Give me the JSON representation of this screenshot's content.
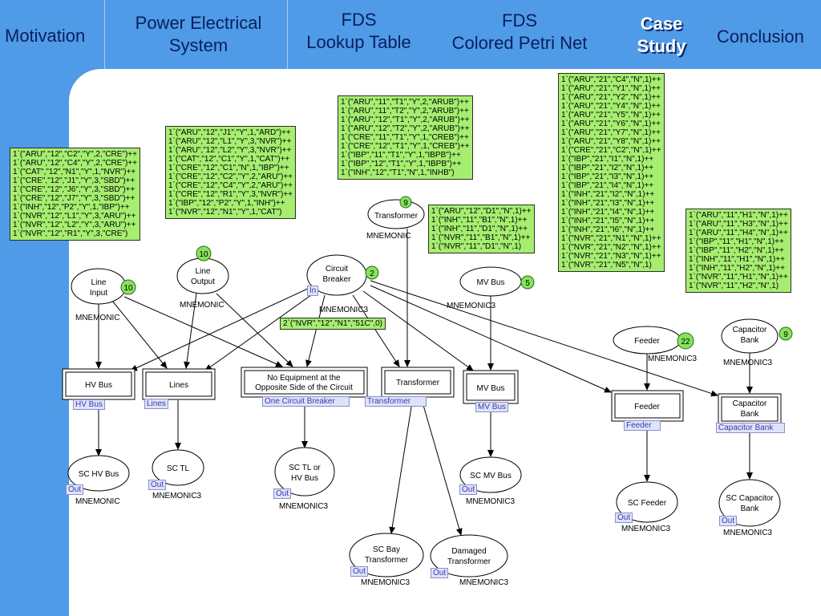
{
  "nav": {
    "items": [
      {
        "label": "Motivation"
      },
      {
        "line1": "Power Electrical",
        "line2": "System"
      },
      {
        "line1": "FDS",
        "line2": "Lookup Table"
      },
      {
        "line1": "FDS",
        "line2": "Colored Petri Net"
      },
      {
        "line1": "Case",
        "line2": "Study",
        "active": true
      },
      {
        "label": "Conclusion"
      }
    ]
  },
  "places": [
    {
      "id": "line-input",
      "line1": "Line",
      "line2": "Input",
      "count": "10",
      "mnemonic": "MNEMONIC"
    },
    {
      "id": "line-output",
      "line1": "Line",
      "line2": "Output",
      "count": "10",
      "mnemonic": "MNEMONIC"
    },
    {
      "id": "circuit-breaker",
      "line1": "Circuit",
      "line2": "Breaker",
      "count": "2",
      "mnemonic": "MNEMONIC3",
      "tag": "In"
    },
    {
      "id": "transformer",
      "line1": "Transformer",
      "count": "9",
      "mnemonic": "MNEMONIC"
    },
    {
      "id": "mv-bus",
      "line1": "MV Bus",
      "count": "5",
      "mnemonic": "MNEMONIC3"
    },
    {
      "id": "feeder",
      "line1": "Feeder",
      "count": "22",
      "mnemonic": "MNEMONIC3"
    },
    {
      "id": "capacitor-bank",
      "line1": "Capacitor",
      "line2": "Bank",
      "count": "9",
      "mnemonic": "MNEMONIC3"
    },
    {
      "id": "sc-hv-bus",
      "line1": "SC HV Bus",
      "tag": "Out",
      "mnemonic": "MNEMONIC"
    },
    {
      "id": "sc-tl",
      "line1": "SC TL",
      "tag": "Out",
      "mnemonic": "MNEMONIC3"
    },
    {
      "id": "sc-tl-hv-bus",
      "line1": "SC TL or",
      "line2": "HV Bus",
      "tag": "Out",
      "mnemonic": "MNEMONIC3"
    },
    {
      "id": "sc-mv-bus",
      "line1": "SC MV Bus",
      "tag": "Out",
      "mnemonic": "MNEMONIC3"
    },
    {
      "id": "sc-bay-transformer",
      "line1": "SC Bay",
      "line2": "Transformer",
      "tag": "Out",
      "mnemonic": "MNEMONIC3"
    },
    {
      "id": "damaged-transformer",
      "line1": "Damaged",
      "line2": "Transformer",
      "tag": "Out",
      "mnemonic": "MNEMONIC3"
    },
    {
      "id": "sc-feeder",
      "line1": "SC Feeder",
      "tag": "Out",
      "mnemonic": "MNEMONIC3"
    },
    {
      "id": "sc-capacitor-bank",
      "line1": "SC Capacitor",
      "line2": "Bank",
      "tag": "Out",
      "mnemonic": "MNEMONIC3"
    }
  ],
  "transitions": [
    {
      "id": "hv-bus",
      "line1": "HV Bus",
      "tag": "HV Bus"
    },
    {
      "id": "lines",
      "line1": "Lines",
      "tag": "Lines"
    },
    {
      "id": "no-equipment",
      "line1": "No Equipment at the",
      "line2": "Opposite Side of the Circuit",
      "tag": "One Circuit Breaker"
    },
    {
      "id": "transformer-t",
      "line1": "Transformer",
      "tag": "Transformer"
    },
    {
      "id": "mv-bus-t",
      "line1": "MV Bus",
      "tag": "MV Bus"
    },
    {
      "id": "feeder-t",
      "line1": "Feeder",
      "tag": "Feeder"
    },
    {
      "id": "capacitor-bank-t",
      "line1": "Capacitor",
      "line2": "Bank",
      "tag": "Capacitor Bank"
    }
  ],
  "arc_label": "2`(\"NVR\",\"12\",\"N1\",\"51C\",0)",
  "markings": [
    {
      "id": "line-input-marking",
      "lines": [
        "1`(\"ARU\",\"12\",\"C2\",\"Y\",2,\"CRE\")++",
        "1`(\"ARU\",\"12\",\"C4\",\"Y\",2,\"CRE\")++",
        "1`(\"CAT\",\"12\",\"N1\",\"Y\",1,\"NVR\")++",
        "1`(\"CRE\",\"12\",\"J1\",\"Y\",3,\"SBD\")++",
        "1`(\"CRE\",\"12\",\"J6\",\"Y\",3,\"SBD\")++",
        "1`(\"CRE\",\"12\",\"J7\",\"Y\",3,\"SBD\")++",
        "1`(\"INH\",\"12\",\"P2\",\"Y\",1,\"IBP\")++",
        "1`(\"NVR\",\"12\",\"L1\",\"Y\",3,\"ARU\")++",
        "1`(\"NVR\",\"12\",\"L2\",\"Y\",3,\"ARU\")++",
        "1`(\"NVR\",\"12\",\"R1\",\"Y\",3,\"CRE\")"
      ]
    },
    {
      "id": "line-output-marking",
      "lines": [
        "1`(\"ARU\",\"12\",\"J1\",\"Y\",1,\"ARD\")++",
        "1`(\"ARU\",\"12\",\"L1\",\"Y\",3,\"NVR\")++",
        "1`(\"ARU\",\"12\",\"L2\",\"Y\",3,\"NVR\")++",
        "1`(\"CAT\",\"12\",\"C1\",\"Y\",1,\"CAT\")++",
        "1`(\"CRE\",\"12\",\"C1\",\"N\",1,\"IBP\")++",
        "1`(\"CRE\",\"12\",\"C2\",\"Y\",2,\"ARU\")++",
        "1`(\"CRE\",\"12\",\"C4\",\"Y\",2,\"ARU\")++",
        "1`(\"CRE\",\"12\",\"R1\",\"Y\",3,\"NVR\")++",
        "1`(\"IBP\",\"12\",\"P2\",\"Y\",1,\"INH\")++",
        "1`(\"NVR\",\"12\",\"N1\",\"Y\",1,\"CAT\")"
      ]
    },
    {
      "id": "transformer-marking",
      "lines": [
        "1`(\"ARU\",\"11\",\"T1\",\"Y\",2,\"ARUB\")++",
        "1`(\"ARU\",\"11\",\"T2\",\"Y\",2,\"ARUB\")++",
        "1`(\"ARU\",\"12\",\"T1\",\"Y\",2,\"ARUB\")++",
        "1`(\"ARU\",\"12\",\"T2\",\"Y\",2,\"ARUB\")++",
        "1`(\"CRE\",\"11\",\"T1\",\"Y\",1,\"CREB\")++",
        "1`(\"CRE\",\"12\",\"T1\",\"Y\",1,\"CREB\")++",
        "1`(\"IBP\",\"11\",\"T1\",\"Y\",1,\"IBPB\")++",
        "1`(\"IBP\",\"12\",\"T1\",\"Y\",1,\"IBPB\")++",
        "1`(\"INH\",\"12\",\"T1\",\"N\",1,\"INHB\")"
      ]
    },
    {
      "id": "mv-bus-marking",
      "lines": [
        "1`(\"ARU\",\"12\",\"D1\",\"N\",1)++",
        "1`(\"INH\",\"11\",\"B1\",\"N\",1)++",
        "1`(\"INH\",\"11\",\"D1\",\"N\",1)++",
        "1`(\"NVR\",\"11\",\"B1\",\"N\",1)++",
        "1`(\"NVR\",\"11\",\"D1\",\"N\",1)"
      ]
    },
    {
      "id": "feeder-marking",
      "lines": [
        "1`(\"ARU\",\"21\",\"C4\",\"N\",1)++",
        "1`(\"ARU\",\"21\",\"Y1\",\"N\",1)++",
        "1`(\"ARU\",\"21\",\"Y2\",\"N\",1)++",
        "1`(\"ARU\",\"21\",\"Y4\",\"N\",1)++",
        "1`(\"ARU\",\"21\",\"Y5\",\"N\",1)++",
        "1`(\"ARU\",\"21\",\"Y6\",\"N\",1)++",
        "1`(\"ARU\",\"21\",\"Y7\",\"N\",1)++",
        "1`(\"ARU\",\"21\",\"Y8\",\"N\",1)++",
        "1`(\"CRE\",\"21\",\"C2\",\"N\",1)++",
        "1`(\"IBP\",\"21\",\"I1\",\"N\",1)++",
        "1`(\"IBP\",\"21\",\"I2\",\"N\",1)++",
        "1`(\"IBP\",\"21\",\"I3\",\"N\",1)++",
        "1`(\"IBP\",\"21\",\"I4\",\"N\",1)++",
        "1`(\"INH\",\"21\",\"I2\",\"N\",1)++",
        "1`(\"INH\",\"21\",\"I3\",\"N\",1)++",
        "1`(\"INH\",\"21\",\"I4\",\"N\",1)++",
        "1`(\"INH\",\"21\",\"I5\",\"N\",1)++",
        "1`(\"INH\",\"21\",\"I6\",\"N\",1)++",
        "1`(\"NVR\",\"21\",\"N1\",\"N\",1)++",
        "1`(\"NVR\",\"21\",\"N2\",\"N\",1)++",
        "1`(\"NVR\",\"21\",\"N3\",\"N\",1)++",
        "1`(\"NVR\",\"21\",\"N5\",\"N\",1)"
      ]
    },
    {
      "id": "capacitor-marking",
      "lines": [
        "1`(\"ARU\",\"11\",\"H1\",\"N\",1)++",
        "1`(\"ARU\",\"11\",\"H3\",\"N\",1)++",
        "1`(\"ARU\",\"11\",\"H4\",\"N\",1)++",
        "1`(\"IBP\",\"11\",\"H1\",\"N\",1)++",
        "1`(\"IBP\",\"11\",\"H2\",\"N\",1)++",
        "1`(\"INH\",\"11\",\"H1\",\"N\",1)++",
        "1`(\"INH\",\"11\",\"H2\",\"N\",1)++",
        "1`(\"NVR\",\"11\",\"H1\",\"N\",1)++",
        "1`(\"NVR\",\"11\",\"H2\",\"N\",1)"
      ]
    }
  ]
}
